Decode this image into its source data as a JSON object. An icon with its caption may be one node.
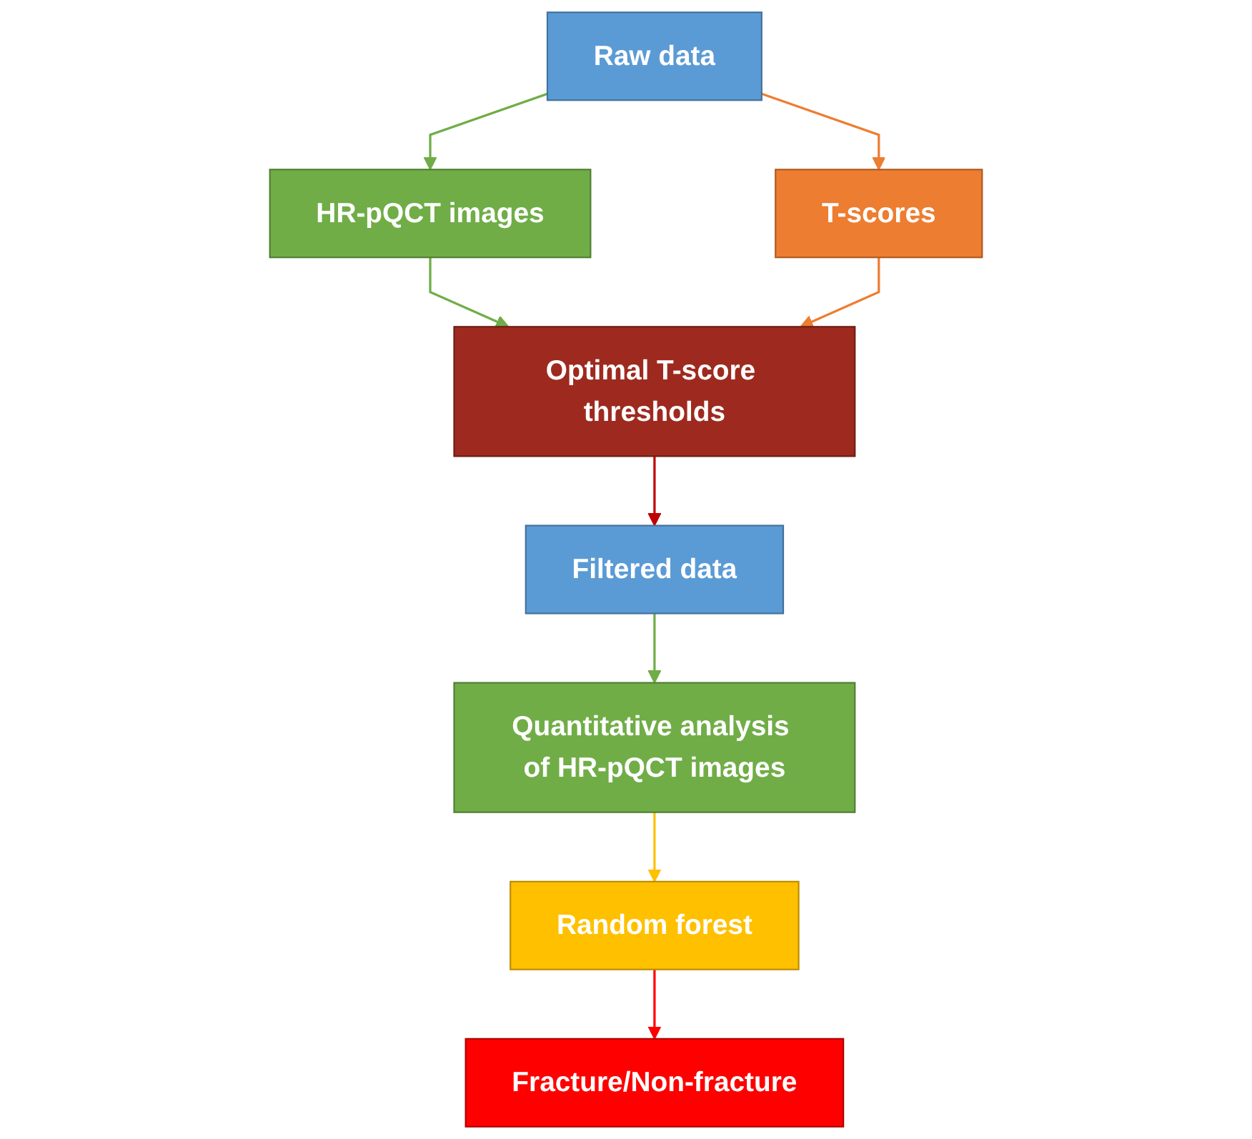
{
  "diagram": {
    "nodes": [
      {
        "text": [
          "Raw data"
        ]
      },
      {
        "text": [
          "HR-pQCT images"
        ]
      },
      {
        "text": [
          "T-scores"
        ]
      },
      {
        "text": [
          "Optimal T-score thresholds"
        ]
      },
      {
        "text": [
          "Filtered data"
        ]
      },
      {
        "text": [
          "Quantitative analysis of HR-pQCT images"
        ]
      },
      {
        "text": [
          "Random forest"
        ]
      },
      {
        "text": [
          "Fracture/Non-fracture"
        ]
      }
    ],
    "edges": [
      {
        "from": 0,
        "to": 1,
        "arrow": "to",
        "color": "#70ad47"
      },
      {
        "from": 0,
        "to": 2,
        "arrow": "to",
        "color": "#ed7d31"
      },
      {
        "from": 1,
        "to": 3,
        "arrow": "to",
        "color": "#70ad47"
      },
      {
        "from": 2,
        "to": 3,
        "arrow": "to",
        "color": "#ed7d31"
      },
      {
        "from": 3,
        "to": 4,
        "arrow": "to",
        "color": "#c00000"
      },
      {
        "from": 4,
        "to": 5,
        "arrow": "to",
        "color": "#70ad47"
      },
      {
        "from": 5,
        "to": 6,
        "arrow": "to",
        "color": "#ffc000"
      },
      {
        "from": 6,
        "to": 7,
        "arrow": "to",
        "color": "#ff0000"
      }
    ]
  }
}
